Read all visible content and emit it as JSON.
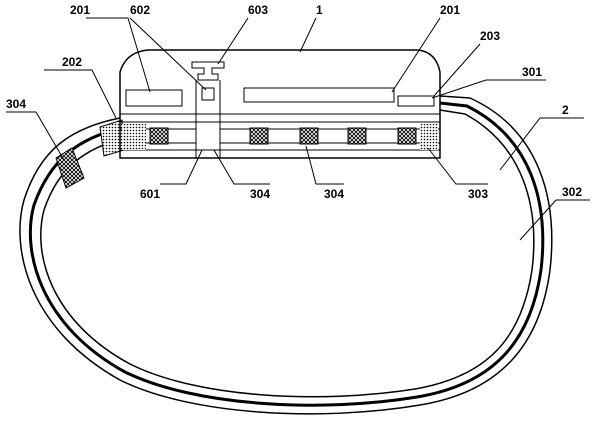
{
  "labels": {
    "l201a": "201",
    "l602": "602",
    "l603": "603",
    "l1": "1",
    "l201b": "201",
    "l203": "203",
    "l202": "202",
    "l301": "301",
    "l2": "2",
    "l304a": "304",
    "l302": "302",
    "l601": "601",
    "l304b": "304",
    "l304c": "304",
    "l303": "303"
  },
  "colors": {
    "ink": "#000000",
    "paper": "#ffffff"
  }
}
